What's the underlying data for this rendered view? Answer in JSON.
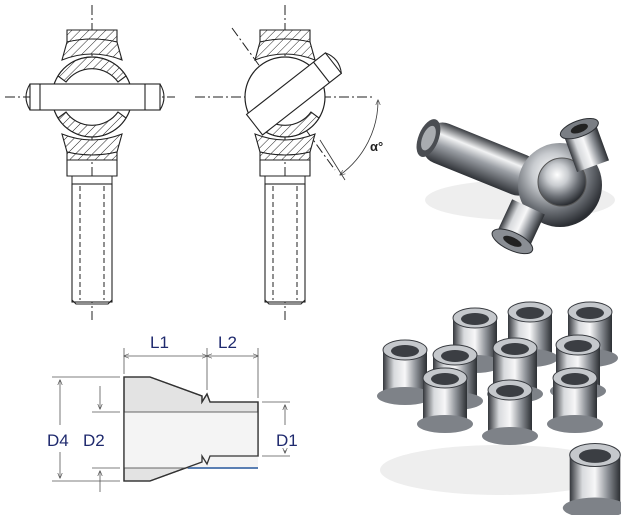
{
  "labels": {
    "L1": "L1",
    "L2": "L2",
    "D1": "D1",
    "D2": "D2",
    "D4": "D4",
    "alpha": "α°"
  },
  "colors": {
    "dimension_text": "#1f2a6e",
    "part_fill": "#e3e3e3",
    "accent_line": "#5a7fb3"
  },
  "icons": {
    "photo_rod_end": "chrome-rod-end-photo",
    "photo_spacers": "misalignment-spacers-photo"
  }
}
